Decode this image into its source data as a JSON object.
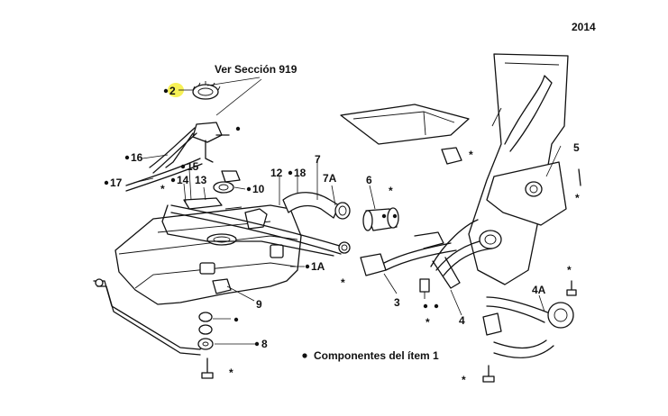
{
  "year": "2014",
  "section_ref": "Ver Sección 919",
  "legend": {
    "bullet": "•",
    "text": "Componentes del ítem 1"
  },
  "highlight_color": "#f6ef3a",
  "callouts": {
    "c2": "2",
    "c16": "16",
    "c17": "17",
    "c15": "15",
    "c14": "14",
    "c13": "13",
    "c10": "10",
    "c12": "12",
    "c18": "18",
    "c7": "7",
    "c7a": "7A",
    "c6": "6",
    "c5": "5",
    "c1a": "1A",
    "c9": "9",
    "c8": "8",
    "c3": "3",
    "c4": "4",
    "c4a": "4A"
  },
  "asterisk": "*"
}
